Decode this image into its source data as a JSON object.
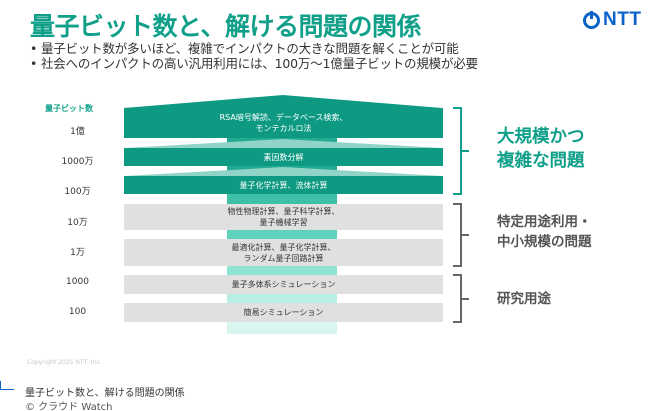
{
  "slide": {
    "title": "量子ビット数と、解ける問題の関係",
    "logo": "NTT",
    "bullets": [
      "• 量子ビット数が多いほど、複雑でインパクトの大きな問題を解くことが可能",
      "• 社会へのインパクトの高い汎用利用には、100万〜1億量子ビットの規模が必要"
    ],
    "axis_title": "量子ビット数",
    "ticks": [
      "1億",
      "1000万",
      "100万",
      "10万",
      "1万",
      "1000",
      "100"
    ],
    "boxes": [
      [
        "RSA暗号解読、データベース検索、",
        "モンテカルロ法"
      ],
      [
        "素因数分解"
      ],
      [
        "量子化学計算、流体計算"
      ],
      [
        "物性物理計算、量子科学計算、",
        "量子機械学習"
      ],
      [
        "最適化計算、量子化学計算、",
        "ランダム量子回路計算"
      ],
      [
        "量子多体系シミュレーション"
      ],
      [
        "簡易シミュレーション"
      ]
    ],
    "groups": [
      {
        "lines": [
          "大規模かつ",
          "複雑な問題"
        ],
        "color": "#10a08a"
      },
      {
        "lines": [
          "特定用途利用・",
          "中小規模の問題"
        ],
        "color": "#555555"
      },
      {
        "lines": [
          "研究用途"
        ],
        "color": "#555555"
      }
    ],
    "copyright": "Copyright 2025 NTT, Inc."
  },
  "caption": {
    "text": "量子ビット数と、解ける問題の関係",
    "credit": "© クラウド Watch"
  },
  "colors": {
    "accent": "#10a08a",
    "box_teal": "#0e9a82",
    "box_gray": "#e0e0e0",
    "logo_blue": "#0b62c9"
  }
}
